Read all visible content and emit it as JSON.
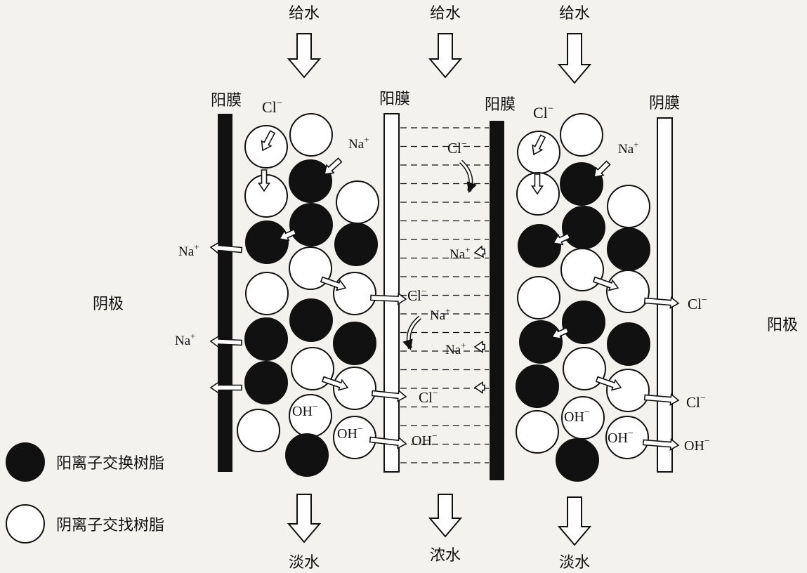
{
  "feed_label": "给水",
  "dilute_label": "淡水",
  "concentrate_label": "浓水",
  "cation_membrane_label": "阳膜",
  "anion_membrane_label": "阴膜",
  "cathode_label": "阴极",
  "anode_label": "阳极",
  "ions": {
    "cl": "Cl",
    "na": "Na",
    "oh": "OH",
    "minus": "−",
    "plus": "+"
  },
  "legend": {
    "cation_resin": "阳离子交换树脂",
    "anion_resin": "阴离子交找树脂"
  }
}
